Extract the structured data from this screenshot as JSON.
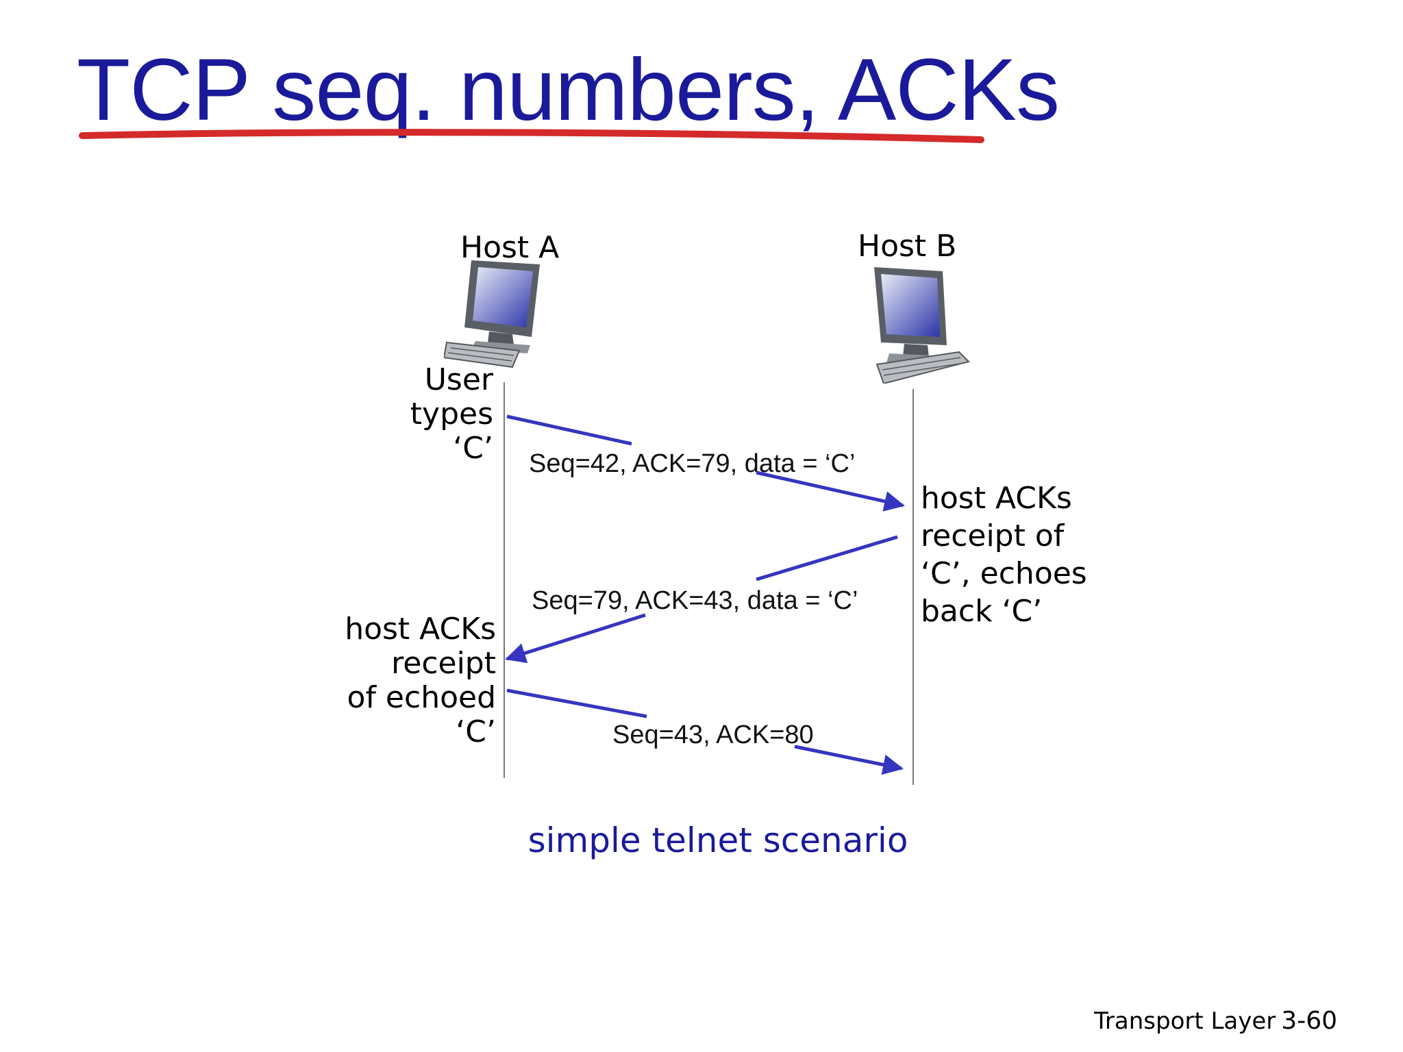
{
  "slide": {
    "title": "TCP seq. numbers, ACKs",
    "caption": "simple telnet scenario",
    "footer": {
      "section": "Transport Layer",
      "page": "3-60"
    }
  },
  "hosts": {
    "a": {
      "label": "Host A",
      "icon": "computer-icon"
    },
    "b": {
      "label": "Host B",
      "icon": "computer-icon"
    }
  },
  "notes": {
    "a_top": [
      "User",
      "types",
      "‘C’"
    ],
    "b_mid": [
      "host ACKs",
      "receipt of",
      "‘C’, echoes",
      "back  ‘C’"
    ],
    "a_bottom": [
      "host ACKs",
      "receipt",
      "of echoed",
      "‘C’"
    ]
  },
  "messages": [
    {
      "label": "Seq=42, ACK=79, data =  ‘C’",
      "direction": "A to B"
    },
    {
      "label": "Seq=79, ACK=43, data =  ‘C’",
      "direction": "B to A"
    },
    {
      "label": "Seq=43, ACK=80",
      "direction": "A to B"
    }
  ],
  "colors": {
    "title": "#1a1a9a",
    "underline": "#d42a2a",
    "arrow": "#3535c0",
    "timeline": "#777777"
  }
}
